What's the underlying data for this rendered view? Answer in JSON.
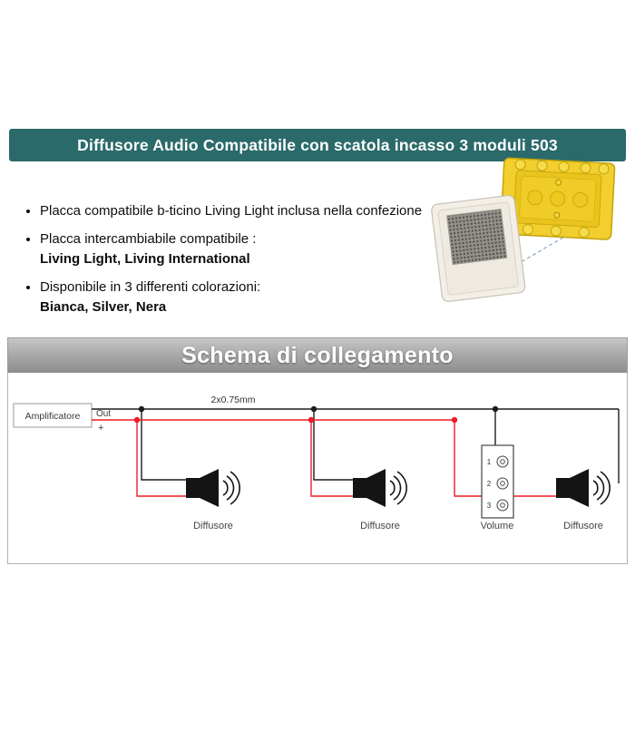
{
  "header": {
    "title": "Diffusore Audio Compatibile con scatola incasso 3 moduli 503",
    "bg_color": "#2b6a6a"
  },
  "features": {
    "items": [
      {
        "text": "Placca compatibile b-ticino Living Light inclusa nella confezione",
        "bold": ""
      },
      {
        "text": "Placca intercambiabile compatibile :",
        "bold": "Living Light, Living International"
      },
      {
        "text": "Disponibile in 3 differenti colorazioni:",
        "bold": "Bianca, Silver, Nera"
      }
    ]
  },
  "schema": {
    "title": "Schema di collegamento"
  },
  "diagram": {
    "amplifier_label": "Amplificatore",
    "out_label": "Out",
    "plus_label": "+",
    "cable_label": "2x0.75mm",
    "speaker_label": "Diffusore",
    "volume_label": "Volume",
    "volume_terminals": [
      "1",
      "2",
      "3"
    ],
    "colors": {
      "wire_negative": "#1c1c1c",
      "wire_positive": "#ee1c25"
    }
  }
}
